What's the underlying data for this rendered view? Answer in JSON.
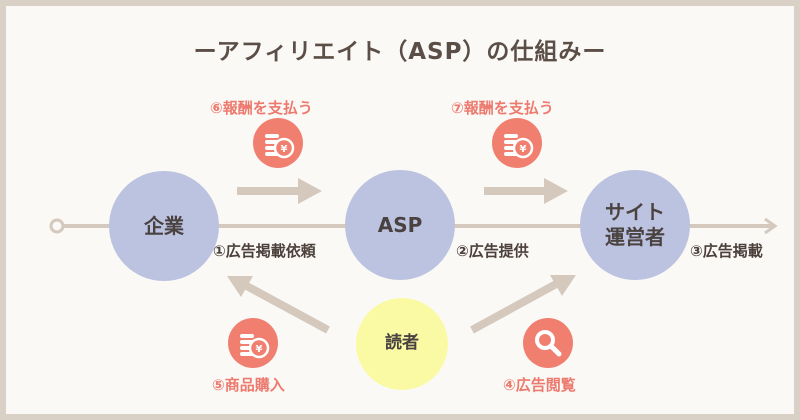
{
  "title": "ーアフィリエイト（ASP）の仕組みー",
  "nodes": {
    "company": "企業",
    "asp": "ASP",
    "site_operator": "サイト\n運営者",
    "reader": "読者"
  },
  "steps": {
    "s1": "①広告掲載依頼",
    "s2": "②広告提供",
    "s3": "③広告掲載",
    "s4": "④広告閲覧",
    "s5": "⑤商品購入",
    "s6": "⑥報酬を支払う",
    "s7": "⑦報酬を支払う"
  },
  "icons": {
    "coin_icon": "coin-stack-yen-icon",
    "search_icon": "magnifier-icon"
  },
  "colors": {
    "node_blue": "#bcc3e0",
    "node_yellow": "#fafaa4",
    "accent_red": "#f07f70",
    "line": "#d5c9bd"
  }
}
